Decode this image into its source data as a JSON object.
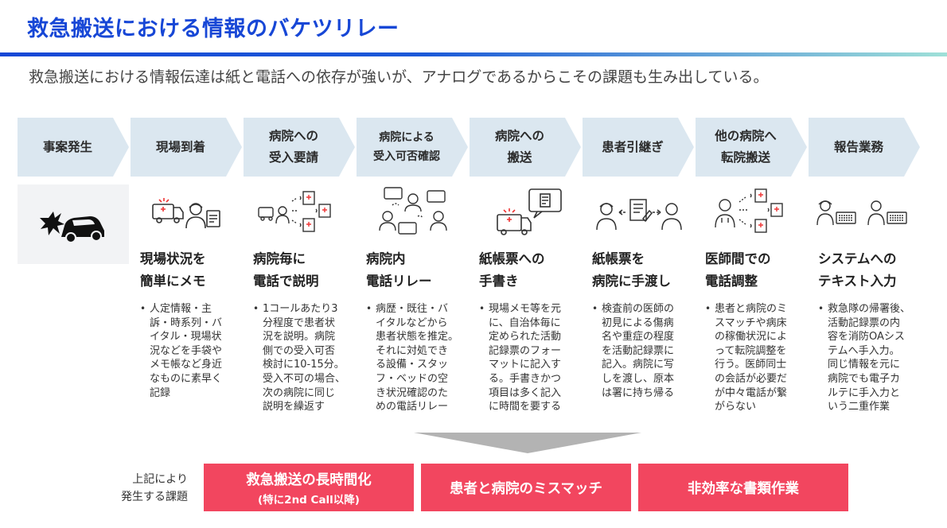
{
  "title": "救急搬送における情報のバケツリレー",
  "subtitle": "救急搬送における情報伝達は紙と電話への依存が強いが、アナログであるからこその課題も生み出している。",
  "colors": {
    "title": "#1747d6",
    "chevron": "#dbe7f0",
    "problem": "#f2465f"
  },
  "steps": [
    {
      "label": "事案発生",
      "icon": "car-collision-icon",
      "heading": "",
      "body": ""
    },
    {
      "label": "現場到着",
      "icon": "ambulance-paramedic-icon",
      "heading": "現場状況を\n簡単にメモ",
      "body": "人定情報・主\n訴・時系列・バ\nイタル・現場状\n況などを手袋や\nメモ帳など身近\nなものに素早く\n記録"
    },
    {
      "label": "病院への\n受入要請",
      "icon": "phone-hospitals-icon",
      "heading": "病院毎に\n電話で説明",
      "body": "1コールあたり3\n分程度で患者状\n況を説明。病院\n側での受入可否\n検討に10-15分。\n受入不可の場合、\n次の病院に同じ\n説明を繰返す"
    },
    {
      "label": "病院による\n受入可否確認",
      "icon": "staff-discussion-icon",
      "heading": "病院内\n電話リレー",
      "body": "病歴・既往・バ\nイタルなどから\n患者状態を推定。\nそれに対処でき\nる設備・スタッ\nフ・ベッドの空\nき状況確認のた\nめの電話リレー"
    },
    {
      "label": "病院への\n搬送",
      "icon": "ambulance-document-icon",
      "heading": "紙帳票への\n手書き",
      "body": "現場メモ等を元\nに、自治体毎に\n定められた活動\n記録票のフォー\nマットに記入す\nる。手書きかつ\n項目は多く記入\nに時間を要する"
    },
    {
      "label": "患者引継ぎ",
      "icon": "handover-document-icon",
      "heading": "紙帳票を\n病院に手渡し",
      "body": "検査前の医師の\n初見による傷病\n名や重症の程度\nを活動記録票に\n記入。病院に写\nしを渡し、原本\nは署に持ち帰る"
    },
    {
      "label": "他の病院へ\n転院搬送",
      "icon": "doctor-phone-hospitals-icon",
      "heading": "医師間での\n電話調整",
      "body": "患者と病院のミ\nスマッチや病床\nの稼働状況によ\nって転院調整を\n行う。医師同士\nの会話が必要だ\nが中々電話が繋\nがらない"
    },
    {
      "label": "報告業務",
      "icon": "keyboard-input-icon",
      "heading": "システムへの\nテキスト入力",
      "body": "救急隊の帰署後、\n活動記録票の内\n容を消防OAシス\nテムへ手入力。\n同じ情報を元に\n病院でも電子カ\nルテに手入力と\nいう二重作業"
    }
  ],
  "problems_label": "上記により\n発生する課題",
  "problems": [
    {
      "main": "救急搬送の長時間化",
      "sub": "(特に2nd Call以降)"
    },
    {
      "main": "患者と病院のミスマッチ",
      "sub": ""
    },
    {
      "main": "非効率な書類作業",
      "sub": ""
    }
  ]
}
